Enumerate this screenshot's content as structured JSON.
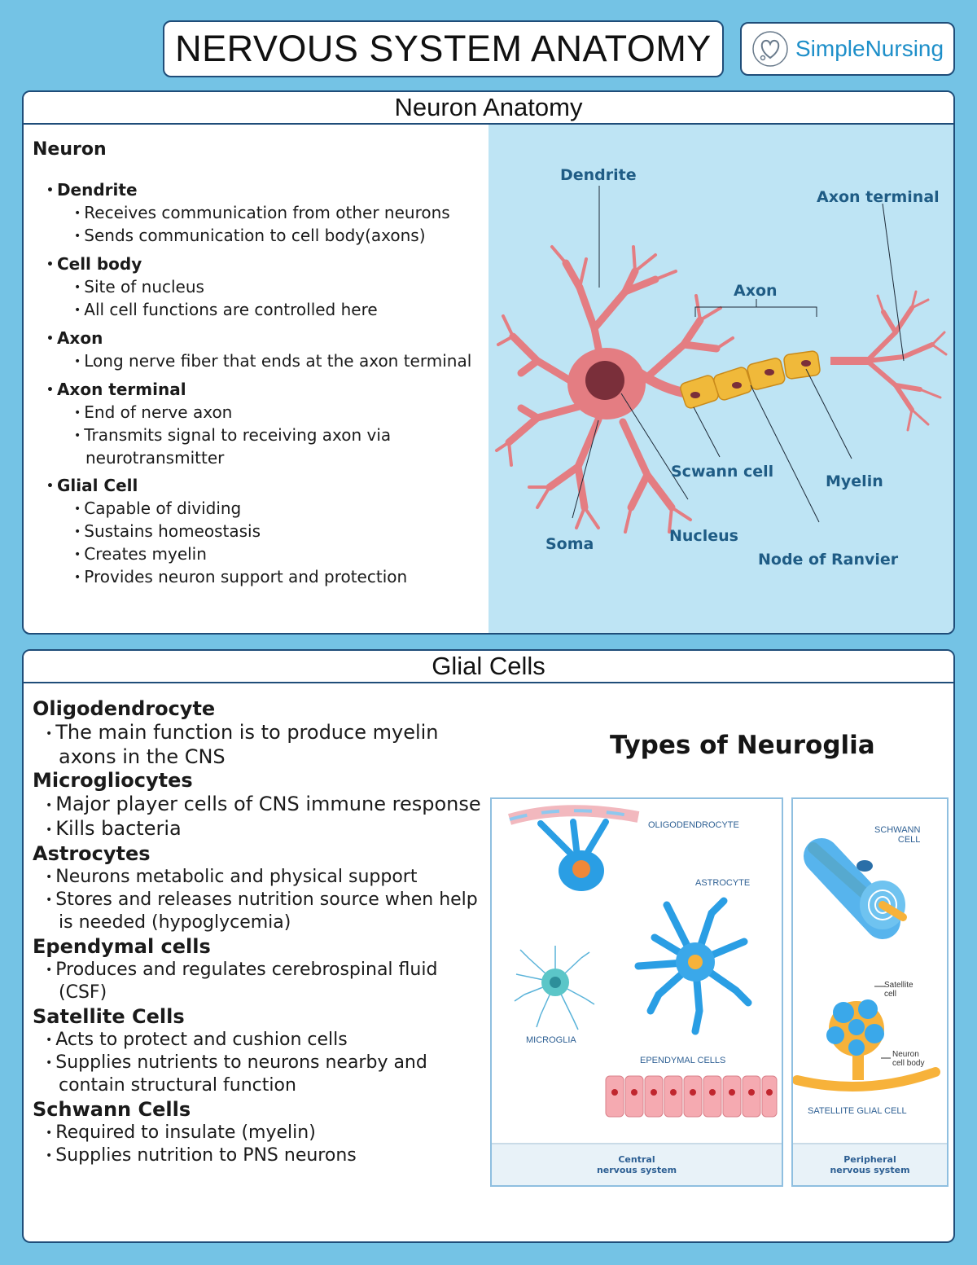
{
  "header": {
    "title": "NERVOUS SYSTEM ANATOMY",
    "logo_text": "SimpleNursing"
  },
  "neuron_panel": {
    "heading": "Neuron Anatomy",
    "section_title": "Neuron",
    "groups": [
      {
        "title": "Dendrite",
        "items": [
          "Receives communication from other neurons",
          "Sends communication to cell body(axons)"
        ]
      },
      {
        "title": "Cell body",
        "items": [
          "Site of nucleus",
          "All cell functions are controlled here"
        ]
      },
      {
        "title": "Axon",
        "items": [
          "Long nerve fiber that ends at the axon terminal"
        ]
      },
      {
        "title": "Axon terminal",
        "items": [
          "End of nerve axon",
          "Transmits signal to receiving axon via neurotransmitter"
        ]
      },
      {
        "title": "Glial Cell",
        "items": [
          "Capable of dividing",
          "Sustains homeostasis",
          "Creates myelin",
          "Provides neuron support and protection"
        ]
      }
    ],
    "diagram_labels": {
      "dendrite": "Dendrite",
      "axon_terminal": "Axon terminal",
      "axon": "Axon",
      "schwann": "Scwann cell",
      "myelin": "Myelin",
      "soma": "Soma",
      "nucleus": "Nucleus",
      "node": "Node of Ranvier"
    },
    "colors": {
      "cell": "#e47d82",
      "nucleus": "#7a2f3a",
      "myelin": "#f0b93a",
      "label": "#1f5c85"
    }
  },
  "glial_panel": {
    "heading": "Glial Cells",
    "groups": [
      {
        "title": "Oligodendrocyte",
        "items": [
          "The main function is to produce myelin axons in the CNS"
        ]
      },
      {
        "title": "Microgliocytes",
        "items": [
          "Major player cells of CNS immune response",
          "Kills bacteria"
        ]
      },
      {
        "title": "Astrocytes",
        "items": [
          "Neurons metabolic and physical support",
          "Stores and releases nutrition source when help is needed (hypoglycemia)"
        ]
      },
      {
        "title": "Ependymal cells",
        "items": [
          "Produces and regulates cerebrospinal fluid (CSF)"
        ]
      },
      {
        "title": "Satellite Cells",
        "items": [
          "Acts to protect and cushion cells",
          "Supplies nutrients to neurons nearby and contain structural function"
        ]
      },
      {
        "title": "Schwann Cells",
        "items": [
          "Required to insulate (myelin)",
          "Supplies nutrition to PNS neurons"
        ]
      }
    ],
    "figure": {
      "title": "Types of Neuroglia",
      "cns_labels": {
        "oligo": "OLIGODENDROCYTE",
        "astro": "ASTROCYTE",
        "micro": "MICROGLIA",
        "ependymal": "EPENDYMAL CELLS"
      },
      "cns_footer": [
        "Central",
        "nervous system"
      ],
      "pns_labels": {
        "schwann": [
          "SCHWANN",
          "CELL"
        ],
        "satellite": [
          "Satellite",
          "cell"
        ],
        "body": [
          "Neuron",
          "cell body"
        ],
        "glial": "SATELLITE GLIAL CELL"
      },
      "pns_footer": [
        "Peripheral",
        "nervous system"
      ]
    }
  }
}
